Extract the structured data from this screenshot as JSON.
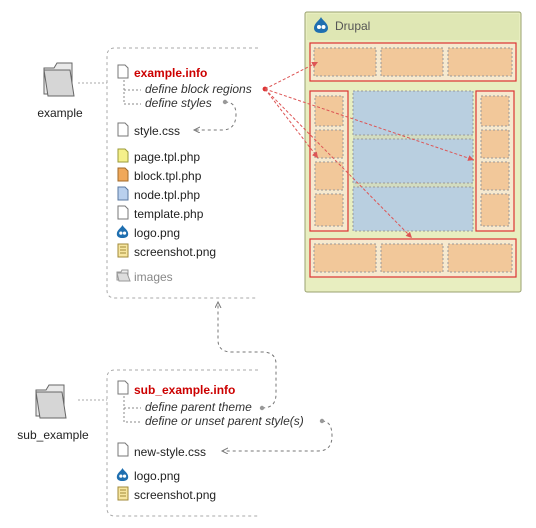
{
  "folders": {
    "main": {
      "label": "example"
    },
    "sub": {
      "label": "sub_example"
    }
  },
  "main_theme": {
    "info_file": "example.info",
    "info_lines": [
      "define block regions",
      "define styles"
    ],
    "files": [
      {
        "name": "style.css",
        "icon": "file-icon"
      },
      {
        "name": "page.tpl.php",
        "icon": "yellow-file-icon"
      },
      {
        "name": "block.tpl.php",
        "icon": "orange-file-icon"
      },
      {
        "name": "node.tpl.php",
        "icon": "blue-file-icon"
      },
      {
        "name": "template.php",
        "icon": "file-icon"
      },
      {
        "name": "logo.png",
        "icon": "drupal-drop-icon"
      },
      {
        "name": "screenshot.png",
        "icon": "image-file-icon"
      },
      {
        "name": "images",
        "icon": "folder-icon"
      }
    ]
  },
  "sub_theme": {
    "info_file": "sub_example.info",
    "info_lines": [
      "define parent theme",
      "define or unset parent style(s)"
    ],
    "files": [
      {
        "name": "new-style.css",
        "icon": "file-icon"
      },
      {
        "name": "logo.png",
        "icon": "drupal-drop-icon"
      },
      {
        "name": "screenshot.png",
        "icon": "image-file-icon"
      }
    ]
  },
  "drupal_window": {
    "title": "Drupal"
  },
  "colors": {
    "info_red": "#cc0000",
    "region_fill": "#f2c89a",
    "region_border": "#d33",
    "content_fill": "#b9cfe0",
    "window_bg": "#e8eec0"
  }
}
